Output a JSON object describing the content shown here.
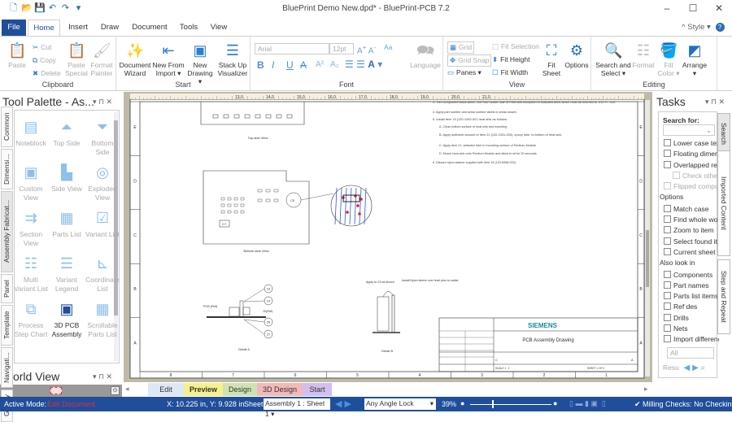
{
  "window": {
    "title": "BluePrint Demo New.dpd* - BluePrint-PCB 7.2",
    "minimize": "–",
    "maximize": "☐",
    "close": "✕"
  },
  "quick_access": [
    {
      "icon": "new-file-icon",
      "g": "🗋"
    },
    {
      "icon": "open-folder-icon",
      "g": "📂"
    },
    {
      "icon": "save-icon",
      "g": "💾"
    },
    {
      "icon": "undo-icon",
      "g": "↶"
    },
    {
      "icon": "redo-icon",
      "g": "↷"
    },
    {
      "icon": "customize-icon",
      "g": "▾"
    }
  ],
  "tabs": [
    "File",
    "Home",
    "Insert",
    "Draw",
    "Document",
    "Tools",
    "View"
  ],
  "style_label": "Style",
  "help_icon": "?",
  "ribbon": {
    "clipboard": {
      "label": "Clipboard",
      "paste": "Paste",
      "cut": "Cut",
      "copy": "Copy",
      "delete": "Delete",
      "paste_special": "Paste Special",
      "format_painter": "Format Painter"
    },
    "start": {
      "label": "Start",
      "document_wizard": "Document Wizard",
      "new_from_import": "New From Import ▾",
      "new_drawing": "New Drawing ▾",
      "stack_up": "Stack Up Visualizer"
    },
    "font": {
      "label": "Font",
      "family": "Arial",
      "size": "12pt",
      "language": "Language",
      "bold": "B",
      "italic": "I",
      "underline": "U",
      "strike": "A",
      "sup": "A²",
      "sub": "A₂",
      "aa": "Aa"
    },
    "view": {
      "label": "View",
      "grid": "Grid",
      "grid_snap": "Grid Snap",
      "panes": "Panes ▾",
      "fit_selection": "Fit Selection",
      "fit_height": "Fit Height",
      "fit_width": "Fit Width",
      "fit_sheet": "Fit Sheet",
      "options": "Options"
    },
    "editing": {
      "label": "Editing",
      "search_select": "Search and Select ▾",
      "format": "Format",
      "fill_color": "Fill Color ▾",
      "arrange": "Arrange ▾"
    }
  },
  "tool_palette": {
    "title": "Tool Palette - As...",
    "controls": "▾ ⊓ ✕",
    "vertical_tabs": [
      "Common",
      "Dimensi...",
      "Assembly Fabricat...",
      "Panel",
      "Template",
      "Navigati...",
      "Gallery"
    ],
    "items": [
      {
        "label": "Noteblock",
        "icon": "noteblock-icon",
        "g": "▤",
        "on": false
      },
      {
        "label": "Top Side",
        "icon": "top-side-icon",
        "g": "⏶",
        "on": false
      },
      {
        "label": "Bottom Side",
        "icon": "bottom-side-icon",
        "g": "⏷",
        "on": false
      },
      {
        "label": "Custom View",
        "icon": "custom-view-icon",
        "g": "▣",
        "on": false
      },
      {
        "label": "Side View",
        "icon": "side-view-icon",
        "g": "▙",
        "on": false
      },
      {
        "label": "Exploded View",
        "icon": "exploded-view-icon",
        "g": "◎",
        "on": false
      },
      {
        "label": "Section View",
        "icon": "section-view-icon",
        "g": "⇉",
        "on": false
      },
      {
        "label": "Parts List",
        "icon": "parts-list-icon",
        "g": "▦",
        "on": false
      },
      {
        "label": "Variant List",
        "icon": "variant-list-icon",
        "g": "☑",
        "on": false
      },
      {
        "label": "Multi Variant List",
        "icon": "multi-variant-list-icon",
        "g": "☷",
        "on": false
      },
      {
        "label": "Variant Legend",
        "icon": "variant-legend-icon",
        "g": "☰",
        "on": false
      },
      {
        "label": "Coordinate List",
        "icon": "coordinate-list-icon",
        "g": "⊾",
        "on": false
      },
      {
        "label": "Process Step Chart",
        "icon": "process-step-chart-icon",
        "g": "⧉",
        "on": false
      },
      {
        "label": "3D PCB Assembly",
        "icon": "3d-pcb-assembly-icon",
        "g": "▣",
        "on": true
      },
      {
        "label": "Scrollable Parts List",
        "icon": "scrollable-parts-list-icon",
        "g": "▦",
        "on": false
      }
    ]
  },
  "world_view": {
    "title": "World View",
    "controls": "▾ ⊓ ✕"
  },
  "drawing": {
    "notes": [
      "3. Trim component leads within .050 from solder side of PWA with exception of indicated area, which must be trimmed to .010 +/- .010",
      "4. Apply part number and serial number labels in areas shown.",
      "5. Install item 19 (120-1052-001 heat sink as follows:",
      "A. Clean bottom surface of heat sink and mounting",
      "B. Apply sufficient amount of Item 21 (120-1031-000), epoxy tube, to bottom of heat sink.",
      "C. Apply item 21, activator tube to mounting surface of Pentium Module",
      "D. Mount heat sink onto Pentium Module and allow to sit for 30 seconds.",
      "6. Discard nylon washer supplied with item 19 (120-6958-002)"
    ],
    "top_view": "Top-side View",
    "bottom_view": "Bottom-side View",
    "c5": "C5",
    "c7": "C7",
    "detail_a": "Detail A",
    "detail_b": "Detail B",
    "pcb_ref": "PCB (Ref)",
    "j2_ref": "J2(Ref)",
    "balloons": [
      "13",
      "14",
      "26",
      "27"
    ],
    "apply_note": "Apply to C5 as shown",
    "nylon_note": "Install Nylon sleeve over lead prior to solder",
    "brand": "SIEMENS",
    "title_block": "PCB Assembly Drawing",
    "size": "C",
    "rev": "A",
    "scale": "SCALE 1 : 1",
    "sheet": "SHEET 1 OF 2",
    "zones_x": [
      "8",
      "7",
      "6",
      "5",
      "4",
      "3",
      "2",
      "1"
    ],
    "zones_y": [
      "E",
      "D",
      "C",
      "B",
      "A"
    ],
    "ruler": [
      "13.0",
      "14.0",
      "15.0",
      "16.0",
      "17.0",
      "18.0",
      "19.0",
      "20.0",
      "21.0"
    ]
  },
  "sheet_tabs": [
    {
      "label": "Edit",
      "color": "#dce8f6"
    },
    {
      "label": "Preview",
      "color": "#f6f08c"
    },
    {
      "label": "Design",
      "color": "#cfe2b4"
    },
    {
      "label": "3D Design",
      "color": "#f3b9b9"
    },
    {
      "label": "Start",
      "color": "#d2bfec"
    }
  ],
  "tasks": {
    "title": "Tasks",
    "controls": "▾ ⊓ ✕",
    "search_for": "Search for:",
    "search_checks": [
      {
        "label": "Lower case text",
        "dis": false
      },
      {
        "label": "Floating dimensions",
        "dis": false
      },
      {
        "label": "Overlapped ref des",
        "dis": false
      },
      {
        "label": "Check other",
        "dis": true
      },
      {
        "label": "Flipped components",
        "dis": true
      }
    ],
    "options_label": "Options",
    "options": [
      "Match case",
      "Find whole word",
      "Zoom to item",
      "Select found items",
      "Current sheet only"
    ],
    "also_label": "Also look in",
    "also": [
      "Components",
      "Part names",
      "Parts list items",
      "Ref des",
      "Drills",
      "Nets",
      "Import differences"
    ],
    "scope": "All",
    "results": "Resu",
    "vertical_tabs": [
      "Search",
      "Imported Content",
      "Step and Repeat"
    ]
  },
  "status": {
    "mode_label": "Active Mode:",
    "mode": "Edit Document",
    "coords": "X: 10.225 in, Y: 9.928 in",
    "sheet_label": "Sheet:",
    "sheet": "Assembly 1 : Sheet 1",
    "angle": "Any Angle Lock",
    "zoom": "39%",
    "zoom_level": 39,
    "milling": "Milling Checks: No Checking"
  },
  "colors": {
    "accent": "#1f4e9a",
    "mode_text": "#e0303a",
    "icon_blue": "#2a7fd0"
  }
}
